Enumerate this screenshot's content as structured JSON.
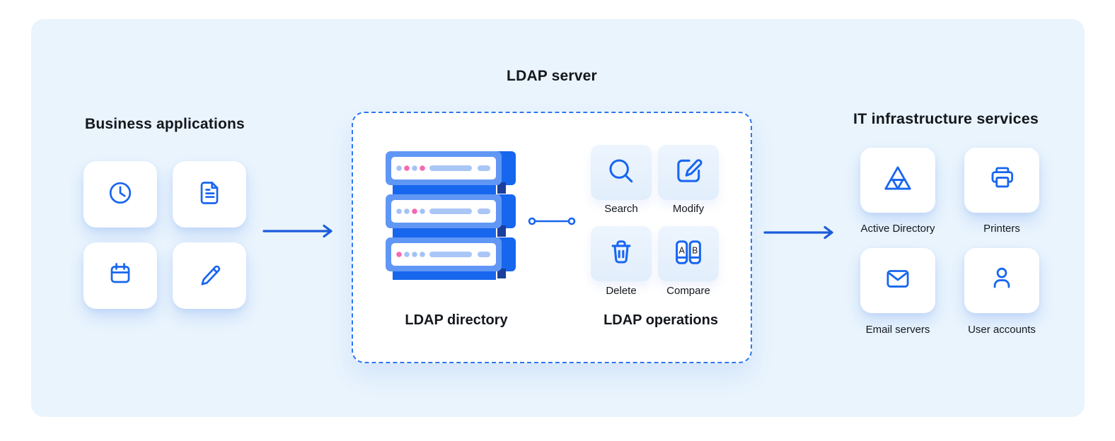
{
  "colors": {
    "panel_bg": "#E9F4FD",
    "icon_blue": "#1866F0",
    "arrow_blue": "#1C5BDB",
    "dashed_border_blue": "#2E77F0",
    "server_frame_blue": "#6097F5",
    "server_body_blue": "#1766EE",
    "server_shadow_navy": "#1C3E9C",
    "dot_periwinkle": "#A5C2F6",
    "dot_pink": "#F468B4",
    "bar_periwinkle": "#A9C6F6",
    "text_dark": "#14171C"
  },
  "left": {
    "title": "Business applications",
    "cards": [
      {
        "icon": "clock-icon"
      },
      {
        "icon": "document-icon"
      },
      {
        "icon": "calendar-icon"
      },
      {
        "icon": "pencil-icon"
      }
    ]
  },
  "center": {
    "title": "LDAP server",
    "directory_label": "LDAP directory",
    "operations_label": "LDAP operations",
    "operations": [
      {
        "label": "Search",
        "icon": "search-icon"
      },
      {
        "label": "Modify",
        "icon": "modify-icon"
      },
      {
        "label": "Delete",
        "icon": "trash-icon"
      },
      {
        "label": "Compare",
        "icon": "compare-icon"
      }
    ],
    "compare_letters": [
      "A",
      "B"
    ],
    "server_units": [
      {
        "dots": [
          "periwinkle",
          "pink",
          "periwinkle",
          "pink"
        ]
      },
      {
        "dots": [
          "periwinkle",
          "periwinkle",
          "pink",
          "periwinkle"
        ]
      },
      {
        "dots": [
          "pink",
          "periwinkle",
          "periwinkle",
          "periwinkle"
        ]
      }
    ]
  },
  "right": {
    "title": "IT infrastructure services",
    "services": [
      {
        "label": "Active Directory",
        "icon": "active-directory-icon"
      },
      {
        "label": "Printers",
        "icon": "printer-icon"
      },
      {
        "label": "Email servers",
        "icon": "envelope-icon"
      },
      {
        "label": "User accounts",
        "icon": "user-icon"
      }
    ]
  }
}
